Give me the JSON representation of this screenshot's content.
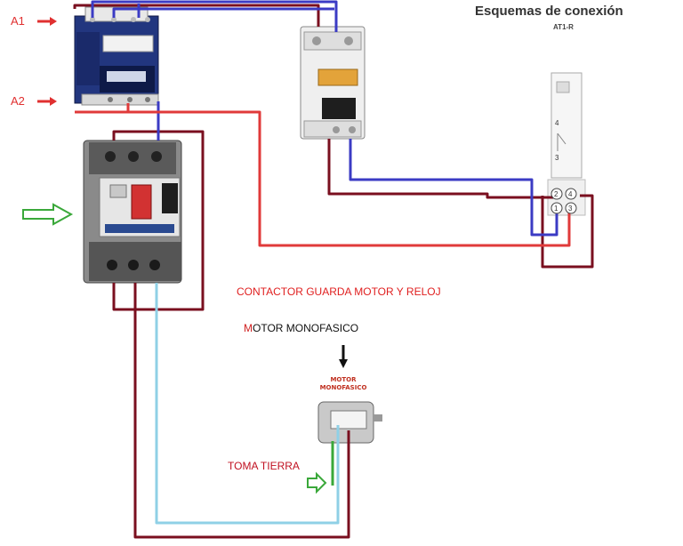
{
  "header": {
    "title": "Esquemas de conexión",
    "subtitle": "AT1-R"
  },
  "labels": {
    "a1": "A1",
    "a2": "A2",
    "caption": "CONTACTOR GUARDA MOTOR Y RELOJ",
    "motor_first_letter": "M",
    "motor_rest": "OTOR MONOFASICO",
    "motor_plate_line1": "MOTOR",
    "motor_plate_line2": "MONOFASICO",
    "toma_tierra": "TOMA TIERRA"
  },
  "timer_terminals": [
    "4",
    "3",
    "2",
    "4",
    "1",
    "3"
  ],
  "colors": {
    "wire_dark_red": "#7a0f1f",
    "wire_blue": "#3b3bc4",
    "wire_red": "#e03a3a",
    "wire_light_blue": "#8fd0e6",
    "wire_green": "#3aa83a",
    "contactor_blue": "#1a2f7a",
    "arrow_red": "#e03030",
    "arrow_green": "#3aa83a"
  }
}
